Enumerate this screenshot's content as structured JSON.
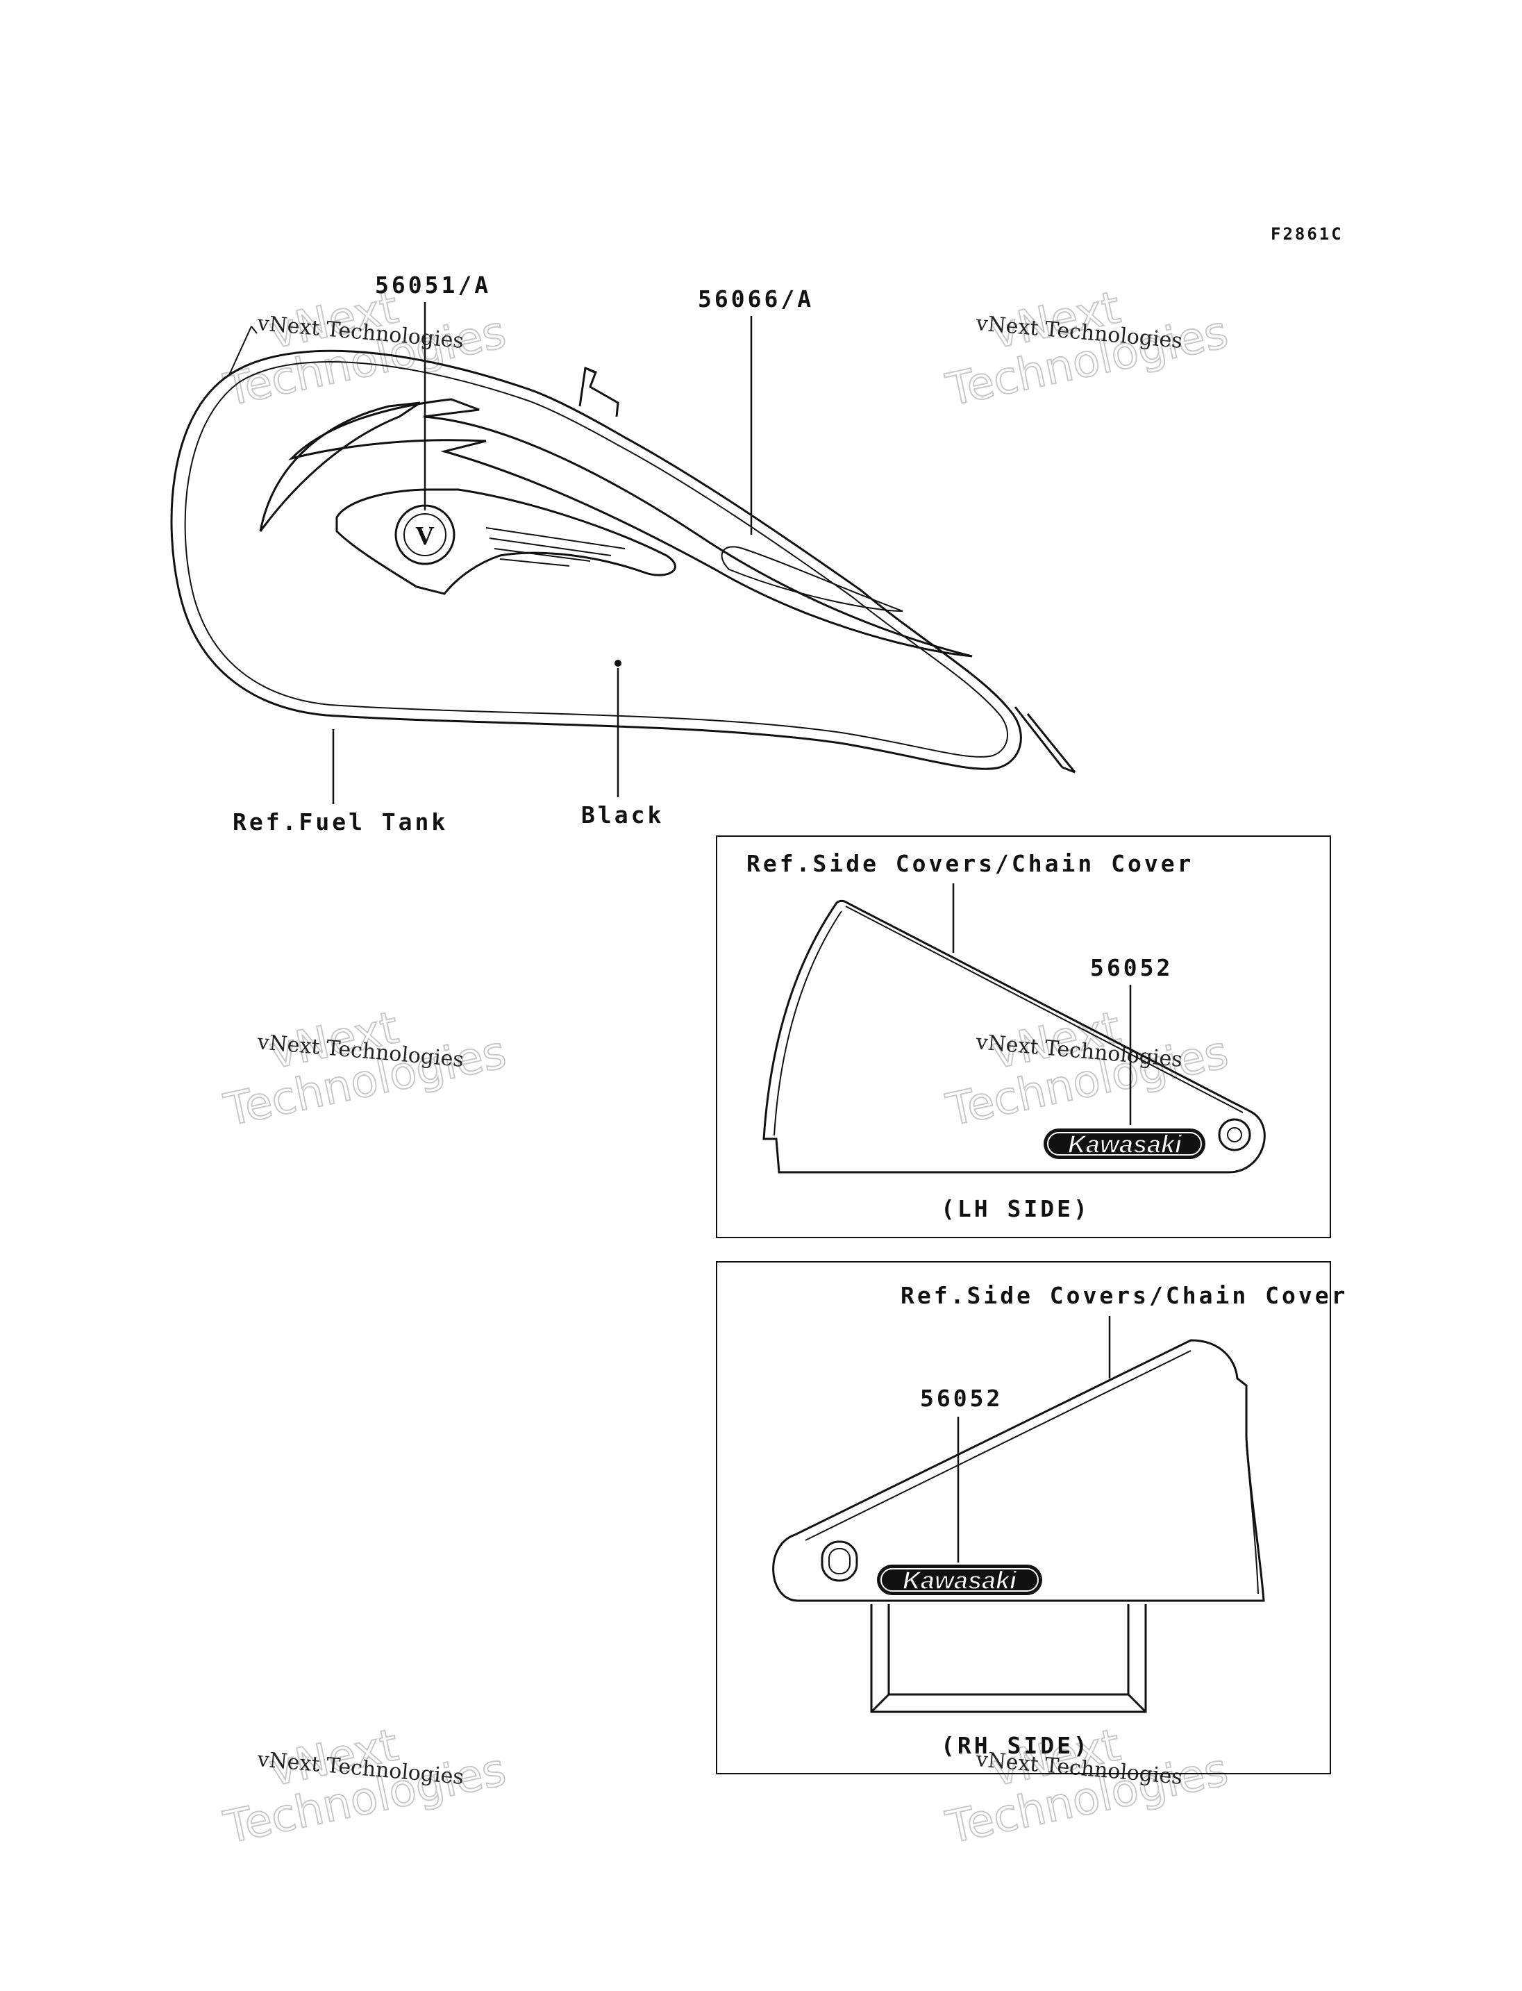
{
  "figure": {
    "code": "F2861C"
  },
  "callouts": {
    "tank_emblem": "56051/A",
    "tank_stripe": "56066/A",
    "fuel_tank_ref": "Ref.Fuel Tank",
    "tank_color": "Black",
    "lh_cover_ref": "Ref.Side Covers/Chain Cover",
    "lh_part": "56052",
    "lh_caption": "(LH SIDE)",
    "rh_cover_ref": "Ref.Side Covers/Chain Cover",
    "rh_part": "56052",
    "rh_caption": "(RH SIDE)"
  },
  "logos": {
    "lh_brand": "Kawasaki",
    "rh_brand": "Kawasaki",
    "emblem_letter": "V"
  },
  "watermarks": {
    "line_small": "vNext Technologies",
    "line_top": "vNext",
    "line_bottom": "Technologies"
  },
  "colors": {
    "ink": "#111111",
    "watermark_outline": "#c9c9c9",
    "paper": "#ffffff"
  }
}
